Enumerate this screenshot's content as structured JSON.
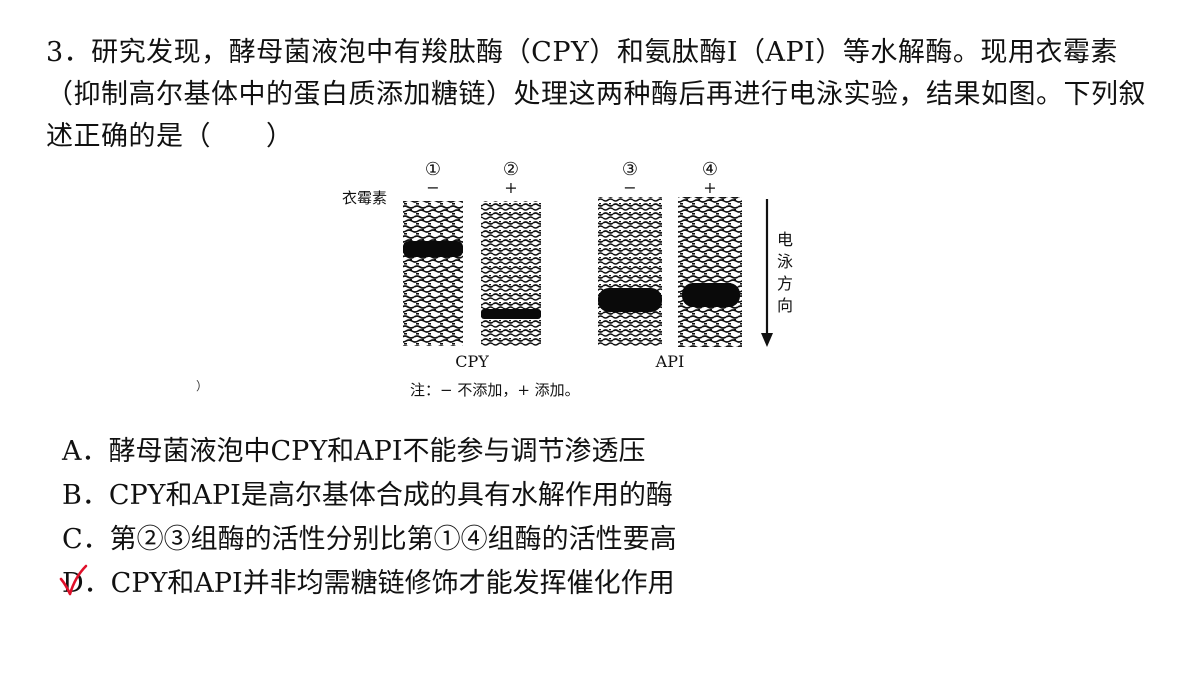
{
  "question": {
    "text": "3．研究发现，酵母菌液泡中有羧肽酶（CPY）和氨肽酶I（API）等水解酶。现用衣霉素（抑制高尔基体中的蛋白质添加糖链）处理这两种酶后再进行电泳实验，结果如图。下列叙述正确的是（　　）"
  },
  "figure": {
    "reagent_label": "衣霉素",
    "lanes": [
      {
        "number": "①",
        "sign": "−"
      },
      {
        "number": "②",
        "sign": "+"
      },
      {
        "number": "③",
        "sign": "−"
      },
      {
        "number": "④",
        "sign": "+"
      }
    ],
    "group_labels": [
      "CPY",
      "API"
    ],
    "direction_label": [
      "电",
      "泳",
      "方",
      "向"
    ],
    "note": "注：− 不添加，+ 添加。",
    "stray_mark": "）"
  },
  "options": [
    {
      "letter": "A．",
      "text": "酵母菌液泡中CPY和API不能参与调节渗透压"
    },
    {
      "letter": "B．",
      "text": "CPY和API是高尔基体合成的具有水解作用的酶"
    },
    {
      "letter": "C．",
      "text": "第②③组酶的活性分别比第①④组酶的活性要高"
    },
    {
      "letter": "D．",
      "text": "CPY和API并非均需糖链修饰才能发挥催化作用"
    }
  ],
  "colors": {
    "check_mark": "#e0102a"
  },
  "icons": {
    "check": "checkmark-icon",
    "arrow": "arrow-down-icon"
  }
}
